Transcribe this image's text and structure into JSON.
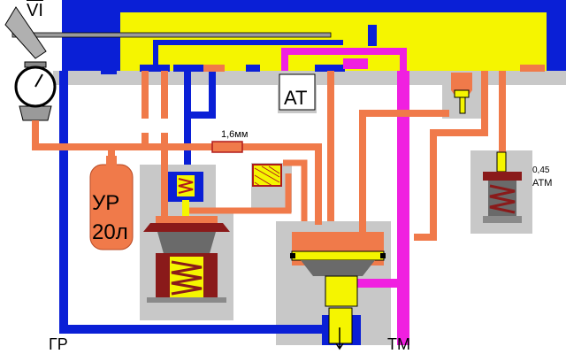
{
  "labels": {
    "handle_position": "VI",
    "automatic_valve": "АТ",
    "orifice": "1,6мм",
    "reservoir_line1": "УР",
    "reservoir_line2": "20л",
    "pressure_value": "0,45",
    "pressure_unit": "АТМ",
    "main_reservoir": "ГР",
    "brake_line": "ТМ"
  },
  "colors": {
    "main_reservoir_line": "#0a1fd6",
    "brake_line": "#f020e0",
    "equalizing_line": "#f07a4a",
    "housing": "#f5f500",
    "body_gray": "#c8c8c8",
    "valve_red": "#b01a1a"
  }
}
